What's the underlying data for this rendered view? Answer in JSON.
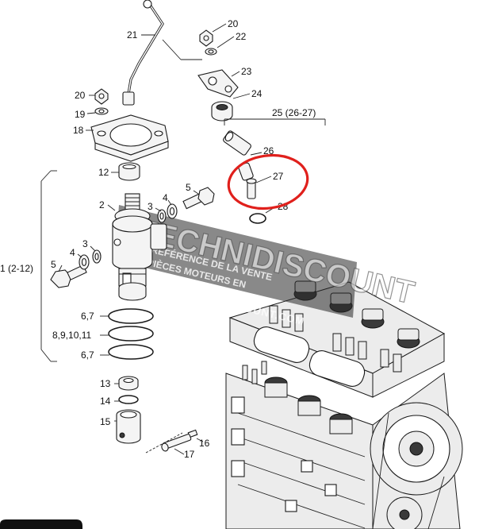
{
  "labels": {
    "l21": "21",
    "l20a": "20",
    "l22": "22",
    "l23": "23",
    "l24": "24",
    "l20b": "20",
    "l19": "19",
    "l18": "18",
    "l25": "25 (26-27)",
    "l26": "26",
    "l27": "27",
    "l28": "28",
    "l12": "12",
    "l2": "2",
    "l3a": "3",
    "l4a": "4",
    "l5a": "5",
    "l1": "1 (2-12)",
    "l5b": "5",
    "l4b": "4",
    "l3b": "3",
    "l67a": "6,7",
    "l891011": "8,9,10,11",
    "l67b": "6,7",
    "l13": "13",
    "l14": "14",
    "l15": "15",
    "l16": "16",
    "l17": "17"
  },
  "watermark": {
    "logo": "TECHNIDISCOUNT",
    "tagline_1": "RÉFÉRENCE DE LA VENTE",
    "tagline_2": "PIÈCES MOTEURS EN",
    "url": "WWW.TECHNIDISCOUNT.COM"
  },
  "highlight_color": "#e0201c"
}
